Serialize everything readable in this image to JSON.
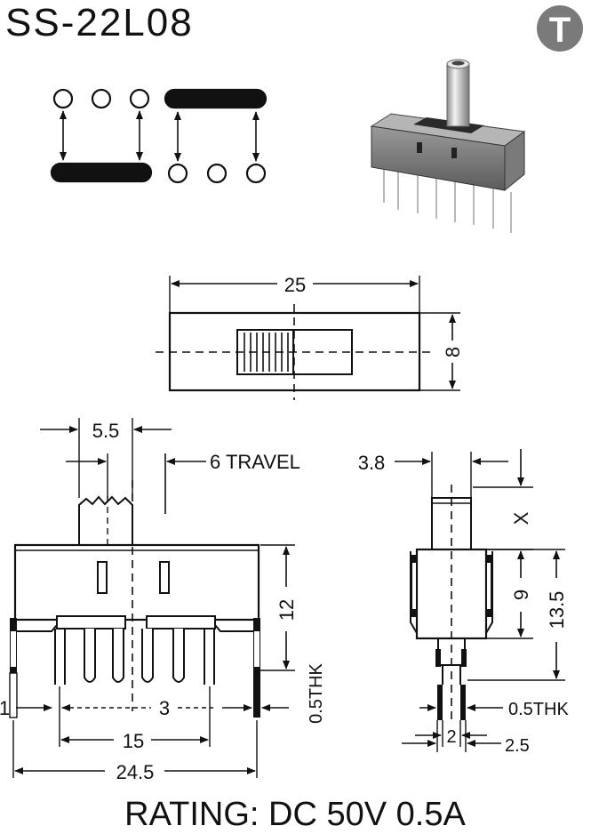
{
  "part_number": "SS-22L08",
  "logo_letter": "T",
  "rating": "RATING: DC 50V 0.5A",
  "top_view": {
    "length": "25",
    "width": "8"
  },
  "front_view": {
    "actuator_width": "5.5",
    "travel": "6 TRAVEL",
    "height": "12",
    "thickness": "0.5THK",
    "edge_offset": "1",
    "pitch": "3",
    "pin_span": "15",
    "overall_width": "24.5"
  },
  "side_view": {
    "actuator_depth": "3.8",
    "actuator_height": "X",
    "body_height": "9",
    "total_height": "13.5",
    "thickness": "0.5THK",
    "pin_spacing": "2",
    "body_depth": "2.5"
  },
  "colors": {
    "ink": "#111111",
    "logo": "#7a7a7a",
    "photo_body": "#6f6f6f"
  }
}
